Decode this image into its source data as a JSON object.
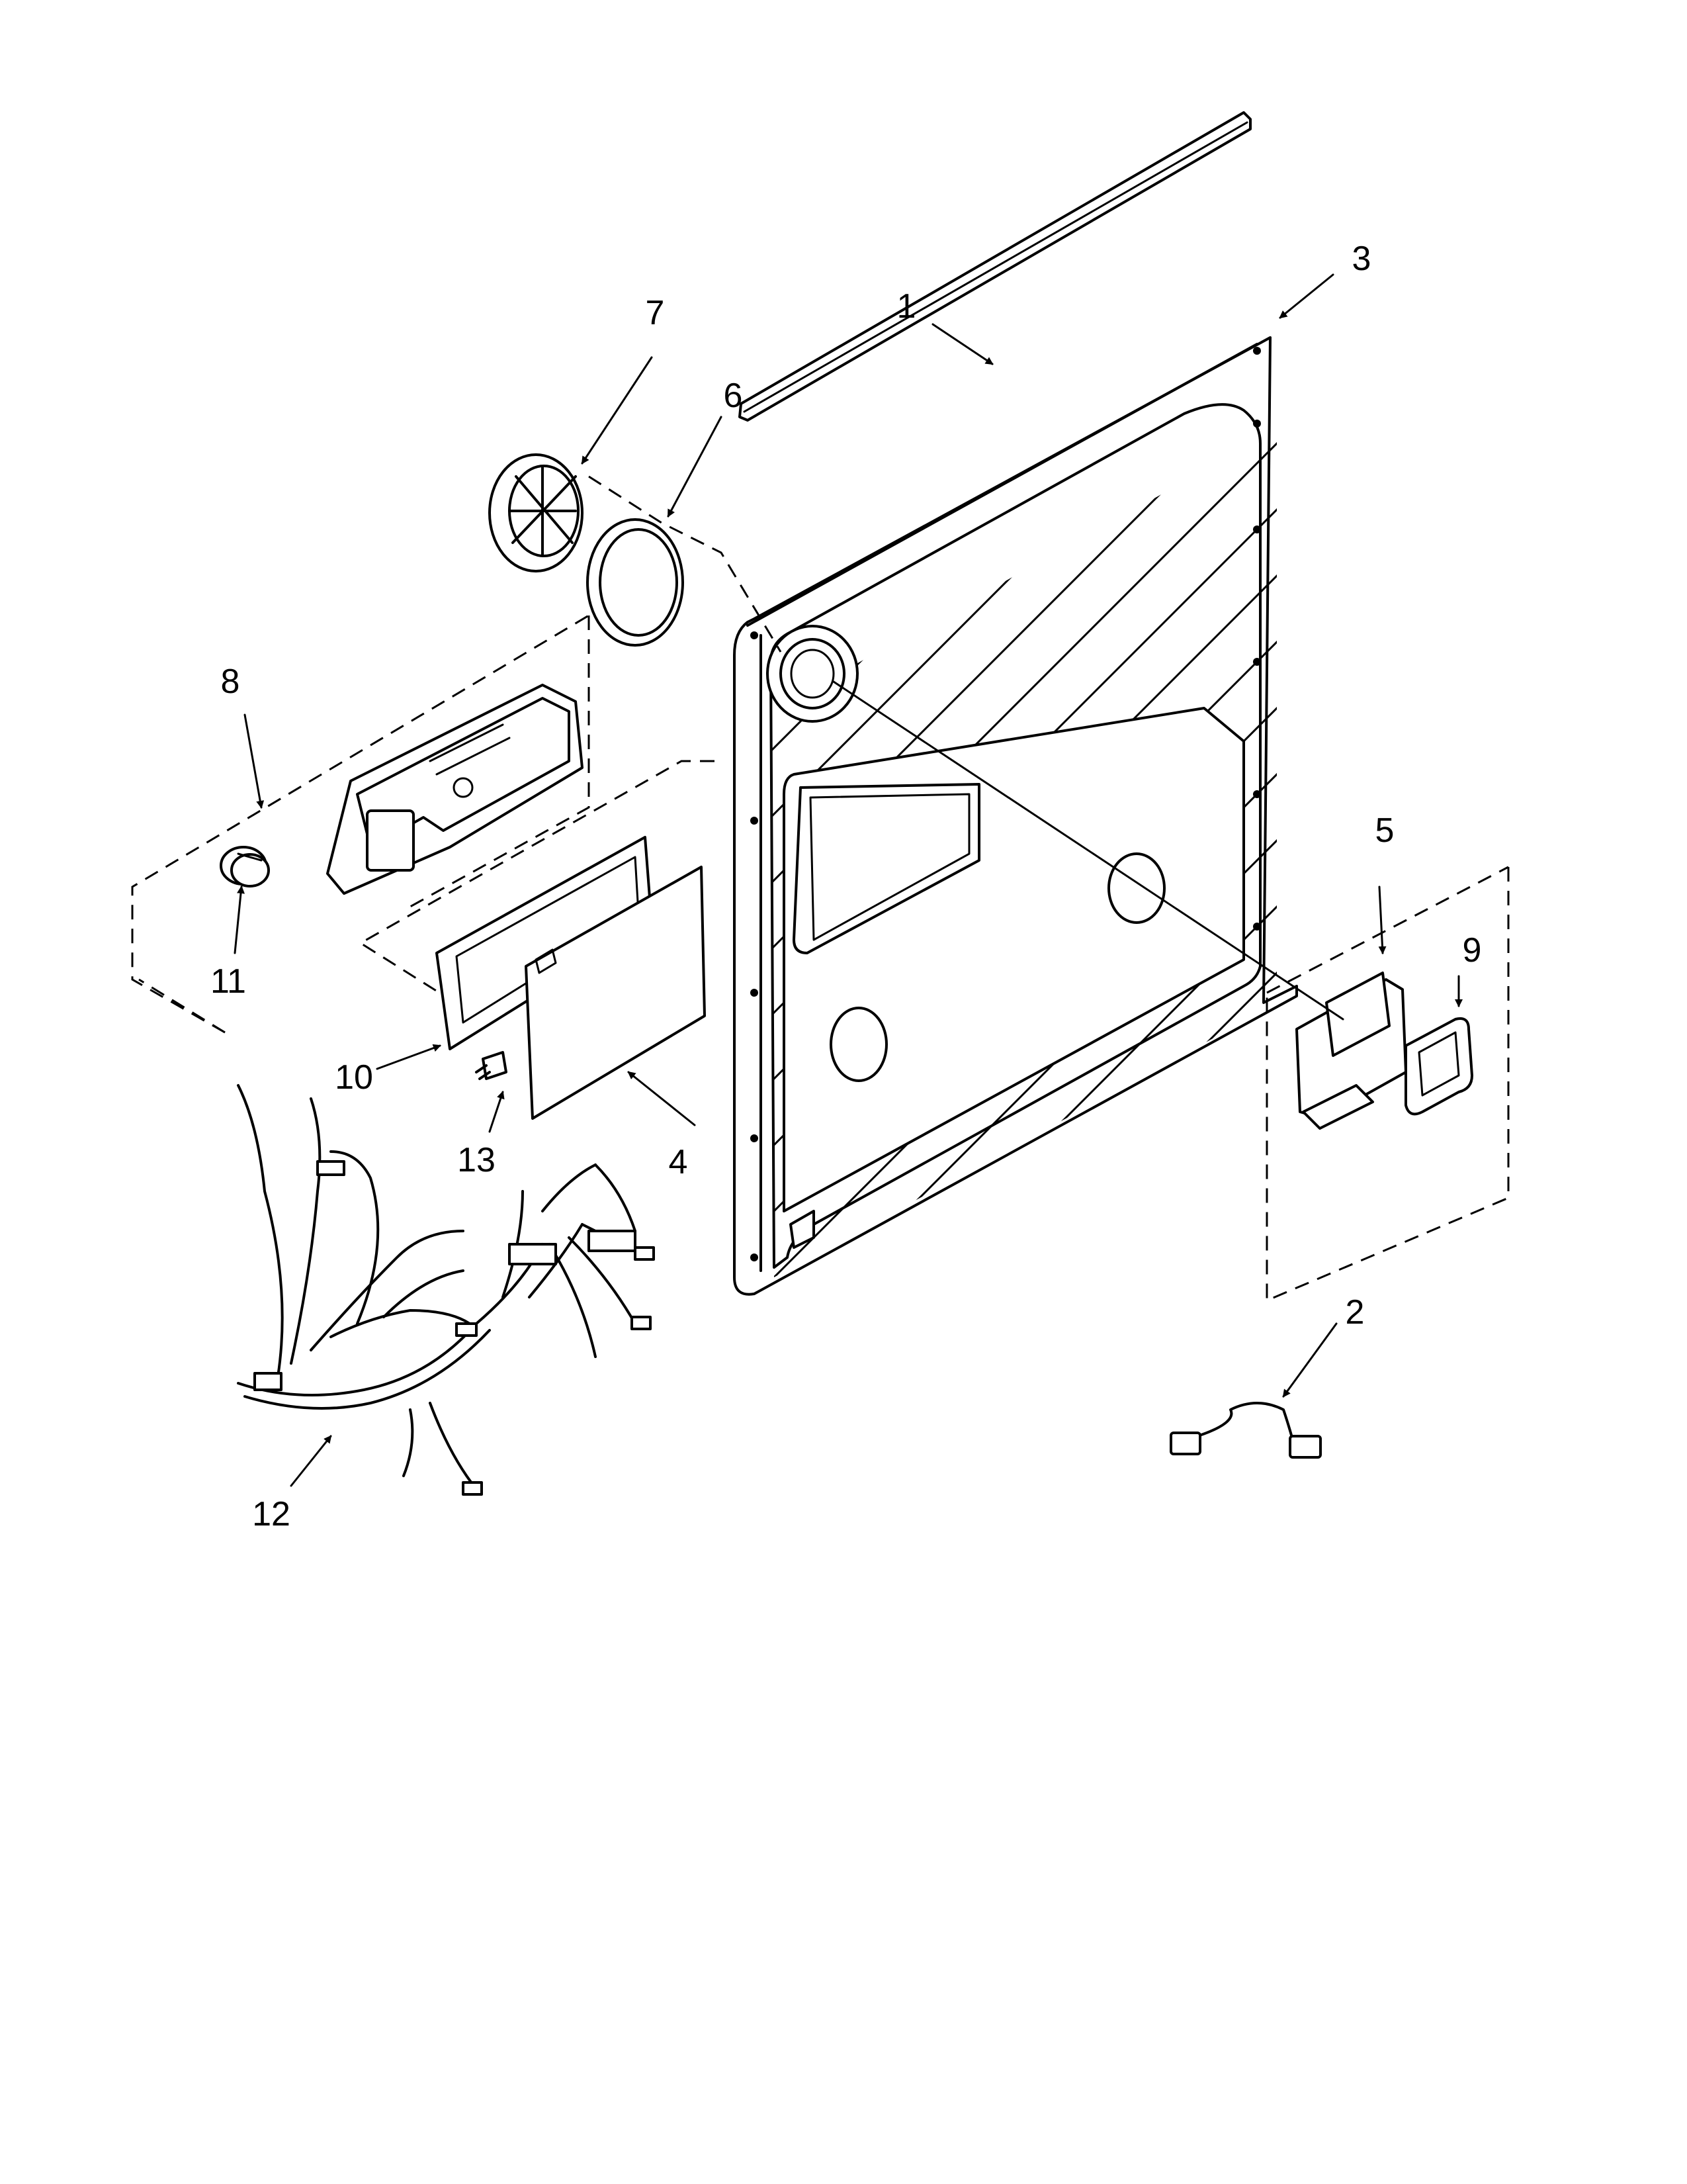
{
  "callouts": {
    "c1": "1",
    "c2": "2",
    "c3": "3",
    "c4": "4",
    "c5": "5",
    "c6": "6",
    "c7": "7",
    "c8": "8",
    "c9": "9",
    "c10": "10",
    "c11": "11",
    "c12": "12",
    "c13": "13"
  },
  "colors": {
    "ink": "#000000",
    "paper": "#ffffff"
  },
  "icons": [
    "arrow-head"
  ]
}
